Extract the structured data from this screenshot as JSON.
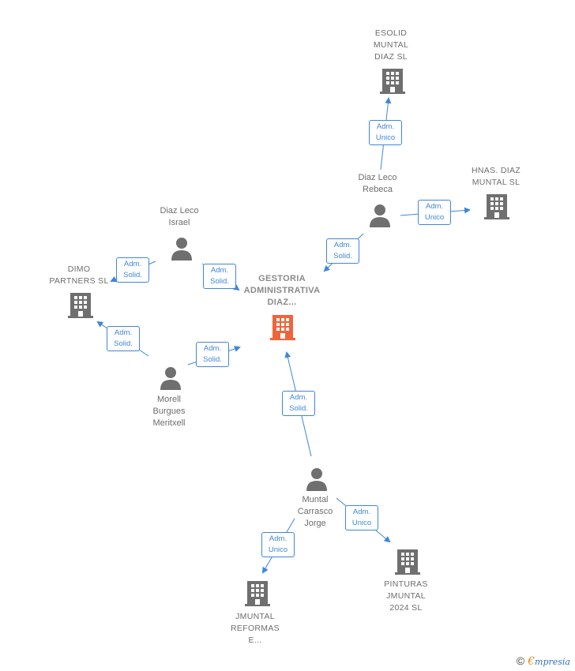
{
  "nodes": {
    "main": {
      "label": "GESTORIA\nADMINISTRATIVA\nDIAZ...",
      "icon": "building-icon",
      "color": "#f0643a"
    },
    "esolid": {
      "label": "ESOLID\nMUNTAL\nDIAZ  SL",
      "icon": "building-icon"
    },
    "hnas": {
      "label": "HNAS.  DIAZ\nMUNTAL  SL",
      "icon": "building-icon"
    },
    "dimo": {
      "label": "DIMO\nPARTNERS  SL",
      "icon": "building-icon"
    },
    "pinturas": {
      "label": "PINTURAS\nJMUNTAL\n2024  SL",
      "icon": "building-icon"
    },
    "jmuntal_ref": {
      "label": "JMUNTAL\nREFORMAS\nE...",
      "icon": "building-icon"
    },
    "rebeca": {
      "label": "Diaz Leco\nRebeca",
      "icon": "person-icon"
    },
    "israel": {
      "label": "Diaz Leco\nIsrael",
      "icon": "person-icon"
    },
    "meritxell": {
      "label": "Morell\nBurgues\nMeritxell",
      "icon": "person-icon"
    },
    "jorge": {
      "label": "Muntal\nCarrasco\nJorge",
      "icon": "person-icon"
    }
  },
  "relations": {
    "rebeca_esolid": "Adm.\nUnico",
    "rebeca_hnas": "Adm.\nUnico",
    "rebeca_main": "Adm.\nSolid.",
    "israel_dimo": "Adm.\nSolid.",
    "israel_main": "Adm.\nSolid.",
    "meritxell_dimo": "Adm.\nSolid.",
    "meritxell_main": "Adm.\nSolid.",
    "jorge_main": "Adm.\nSolid.",
    "jorge_pinturas": "Adm.\nUnico",
    "jorge_jmuntal": "Adm.\nUnico"
  },
  "colors": {
    "edge": "#3f86d9",
    "icon": "#6f6f6f",
    "main": "#f0643a"
  },
  "footer": {
    "copyright": "©",
    "brand_first": "€",
    "brand_rest": "mpresia"
  }
}
